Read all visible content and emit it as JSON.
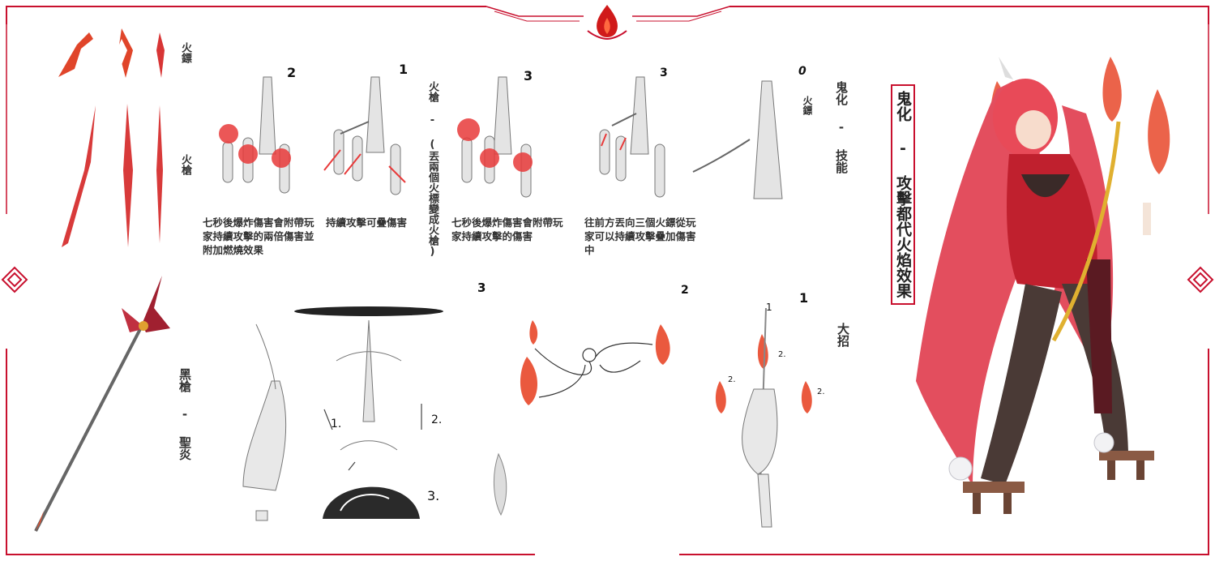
{
  "labels": {
    "fire_dart": "火鏢",
    "fire_spear": "火槍",
    "black_spear": "黑槍 - 聖炎",
    "fire_spear_note": "火槍 - (丟兩個火標變成火槍)",
    "oni_skill": "鬼化 - 技能",
    "fire_dart_small": "火鏢",
    "ultimate": "大招",
    "title": "鬼化 - 攻擊都代火焰效果"
  },
  "captions": {
    "c1": "七秒後爆炸傷害會附帶玩家持續攻擊的兩倍傷害並附加燃燒效果",
    "c2": "持續攻擊可疊傷害",
    "c3": "七秒後爆炸傷害會附帶玩家持續攻擊的傷害",
    "c4": "往前方丟向三個火鏢從玩家可以持續攻擊疊加傷害中"
  },
  "steps": {
    "top_a": "2",
    "top_b": "1",
    "top_c": "3",
    "top_d": "3",
    "top_e": "0",
    "bot_a": "3",
    "bot_b": "2",
    "bot_c": "1",
    "arrow_1": "1.",
    "arrow_2": "2.",
    "arrow_3": "3.",
    "up_2a": "2.",
    "up_2b": "2.",
    "up_2c": "2.",
    "small_1": "1"
  },
  "colors": {
    "accent": "#c8102e",
    "fire": "#e0452a",
    "hair": "#e03a4a",
    "sketch": "#888888"
  }
}
